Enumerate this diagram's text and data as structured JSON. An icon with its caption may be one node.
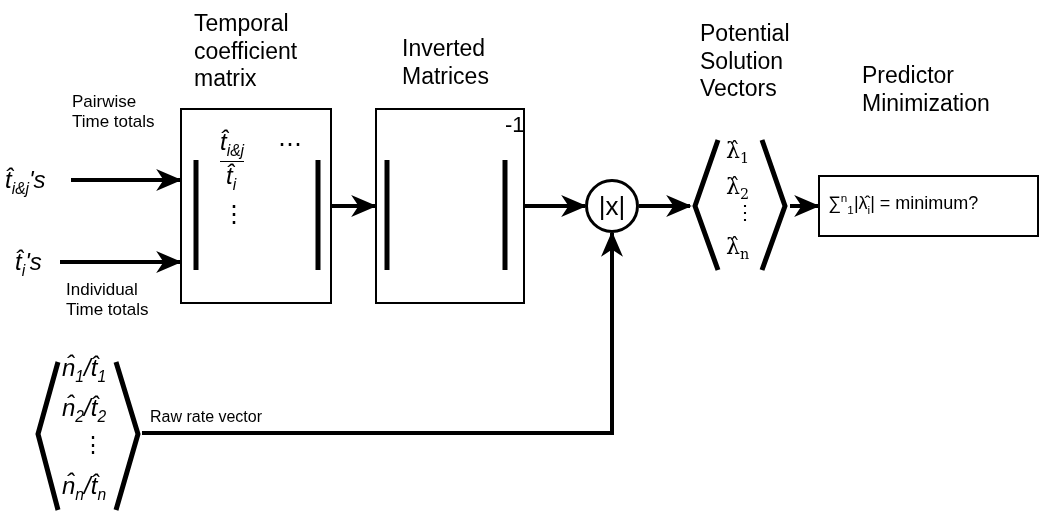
{
  "diagram": {
    "nodes": [
      {
        "text": [
          "t̂$_{i&j}$'s"
        ]
      },
      {
        "text": [
          "t̂$_{i}$'s"
        ]
      },
      {
        "text": [
          "Temporal coefficient matrix",
          "t̂$_{i&j}$",
          "t̂$_{i}$",
          "⋯",
          "⋮"
        ]
      },
      {
        "text": [
          "Inverted Matrices",
          "-1"
        ]
      },
      {
        "text": [
          "|x|"
        ]
      },
      {
        "text": [
          "Potential Solution Vectors",
          "λ̂$_{1}$",
          "λ̂$_{2}$",
          "⋮",
          "λ̂$_{n}$"
        ]
      },
      {
        "text": [
          "Predictor Minimization",
          "∑$^{n}$$_{1}$|λ̂$_{i}$| = minimum?"
        ]
      },
      {
        "text": [
          "n̂$_{1}$/t̂$_{1}$",
          "n̂$_{2}$/t̂$_{2}$",
          "⋮",
          "n̂$_{n}$/t̂$_{n}$"
        ]
      }
    ],
    "edges": [
      {
        "from": 0,
        "to": 2,
        "arrow": "to"
      },
      {
        "from": 1,
        "to": 2,
        "arrow": "to"
      },
      {
        "from": 2,
        "to": 3,
        "arrow": "to"
      },
      {
        "from": 3,
        "to": 4,
        "arrow": "to"
      },
      {
        "from": 4,
        "to": 5,
        "arrow": "to"
      },
      {
        "from": 5,
        "to": 6,
        "arrow": "to"
      },
      {
        "from": 7,
        "to": 4,
        "arrow": "to",
        "label": "Raw rate vector"
      }
    ],
    "labels": [
      "Pairwise Time totals",
      "Individual Time totals"
    ]
  }
}
